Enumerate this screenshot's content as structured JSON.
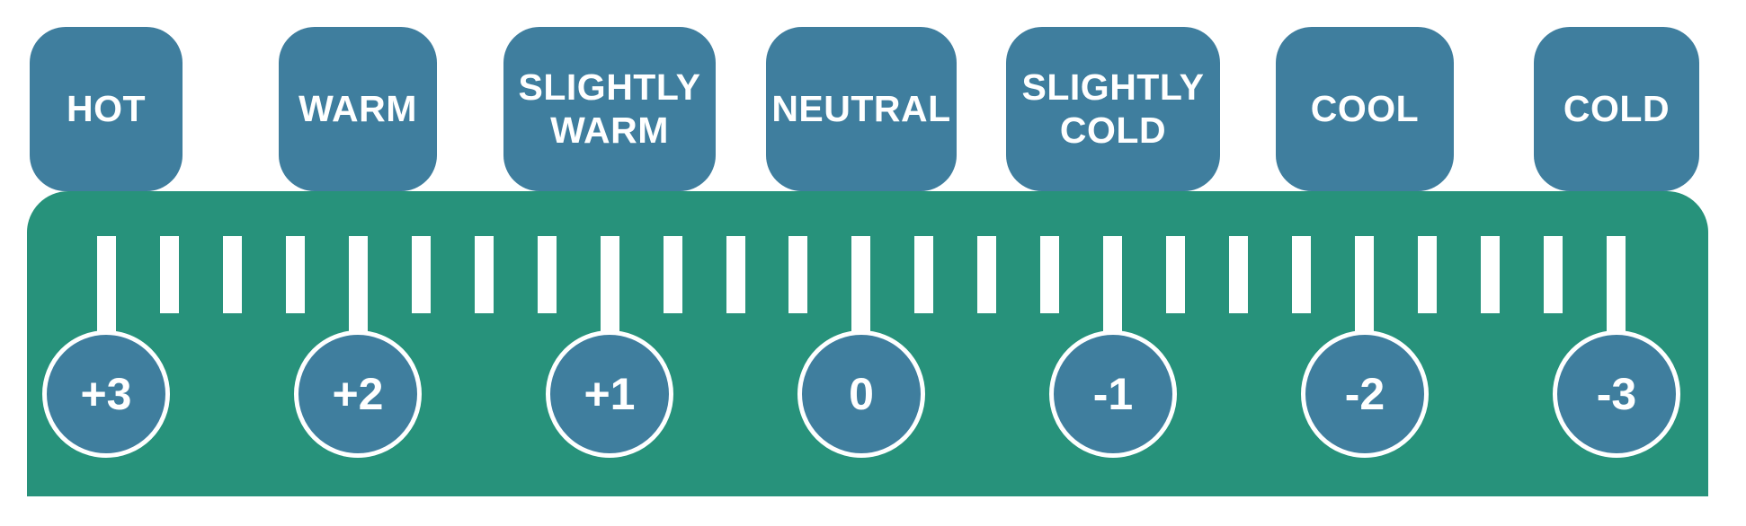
{
  "diagram": {
    "type": "thermal-sensation-scale",
    "colors": {
      "badge_blue": "#3F7E9E",
      "bar_green": "#27927B",
      "tick_white": "#FFFFFF",
      "text_white": "#FFFFFF",
      "background": "#FFFFFF"
    },
    "scale": {
      "points": [
        {
          "label": "HOT",
          "value": "+3"
        },
        {
          "label": "WARM",
          "value": "+2"
        },
        {
          "label": "SLIGHTLY\nWARM",
          "value": "+1"
        },
        {
          "label": "NEUTRAL",
          "value": "0"
        },
        {
          "label": "SLIGHTLY\nCOLD",
          "value": "-1"
        },
        {
          "label": "COOL",
          "value": "-2"
        },
        {
          "label": "COLD",
          "value": "-3"
        }
      ],
      "minor_ticks_between_majors": 3,
      "total_ticks": 25
    }
  }
}
